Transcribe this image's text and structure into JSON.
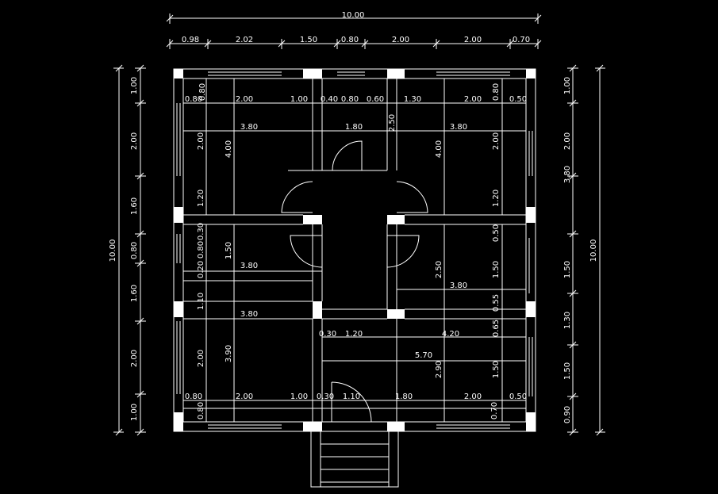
{
  "colors": {
    "background": "#000000",
    "lines": "#ffffff"
  },
  "top_dims": {
    "overall": "10.00",
    "segments": [
      "0.98",
      "2.02",
      "1.50",
      "0.80",
      "2.00",
      "2.00",
      "0.70"
    ]
  },
  "left_dims": {
    "overall": "10.00",
    "segments": [
      "1.00",
      "2.00",
      "1.60",
      "0.80",
      "1.60",
      "2.00",
      "1.00"
    ]
  },
  "right_dims": {
    "overall": "10.00",
    "segments": [
      "1.00",
      "2.00",
      "3.80",
      "1.50",
      "1.30",
      "1.50",
      "0.90"
    ]
  },
  "interior_dims": [
    "0.80",
    "0.80",
    "2.00",
    "1.00",
    "0.40",
    "0.80",
    "0.60",
    "1.30",
    "2.00",
    "0.80",
    "0.50",
    "3.80",
    "1.80",
    "2.50",
    "3.80",
    "2.00",
    "4.00",
    "4.00",
    "2.00",
    "1.20",
    "1.20",
    "0.30",
    "0.80",
    "0.20",
    "1.50",
    "3.80",
    "0.50",
    "2.50",
    "1.50",
    "1.10",
    "3.80",
    "3.80",
    "0.55",
    "0.30",
    "1.20",
    "4.20",
    "0.65",
    "2.00",
    "3.90",
    "5.70",
    "2.90",
    "1.50",
    "0.80",
    "2.00",
    "1.00",
    "0.30",
    "1.10",
    "1.80",
    "2.00",
    "0.50",
    "0.80",
    "0.70"
  ]
}
